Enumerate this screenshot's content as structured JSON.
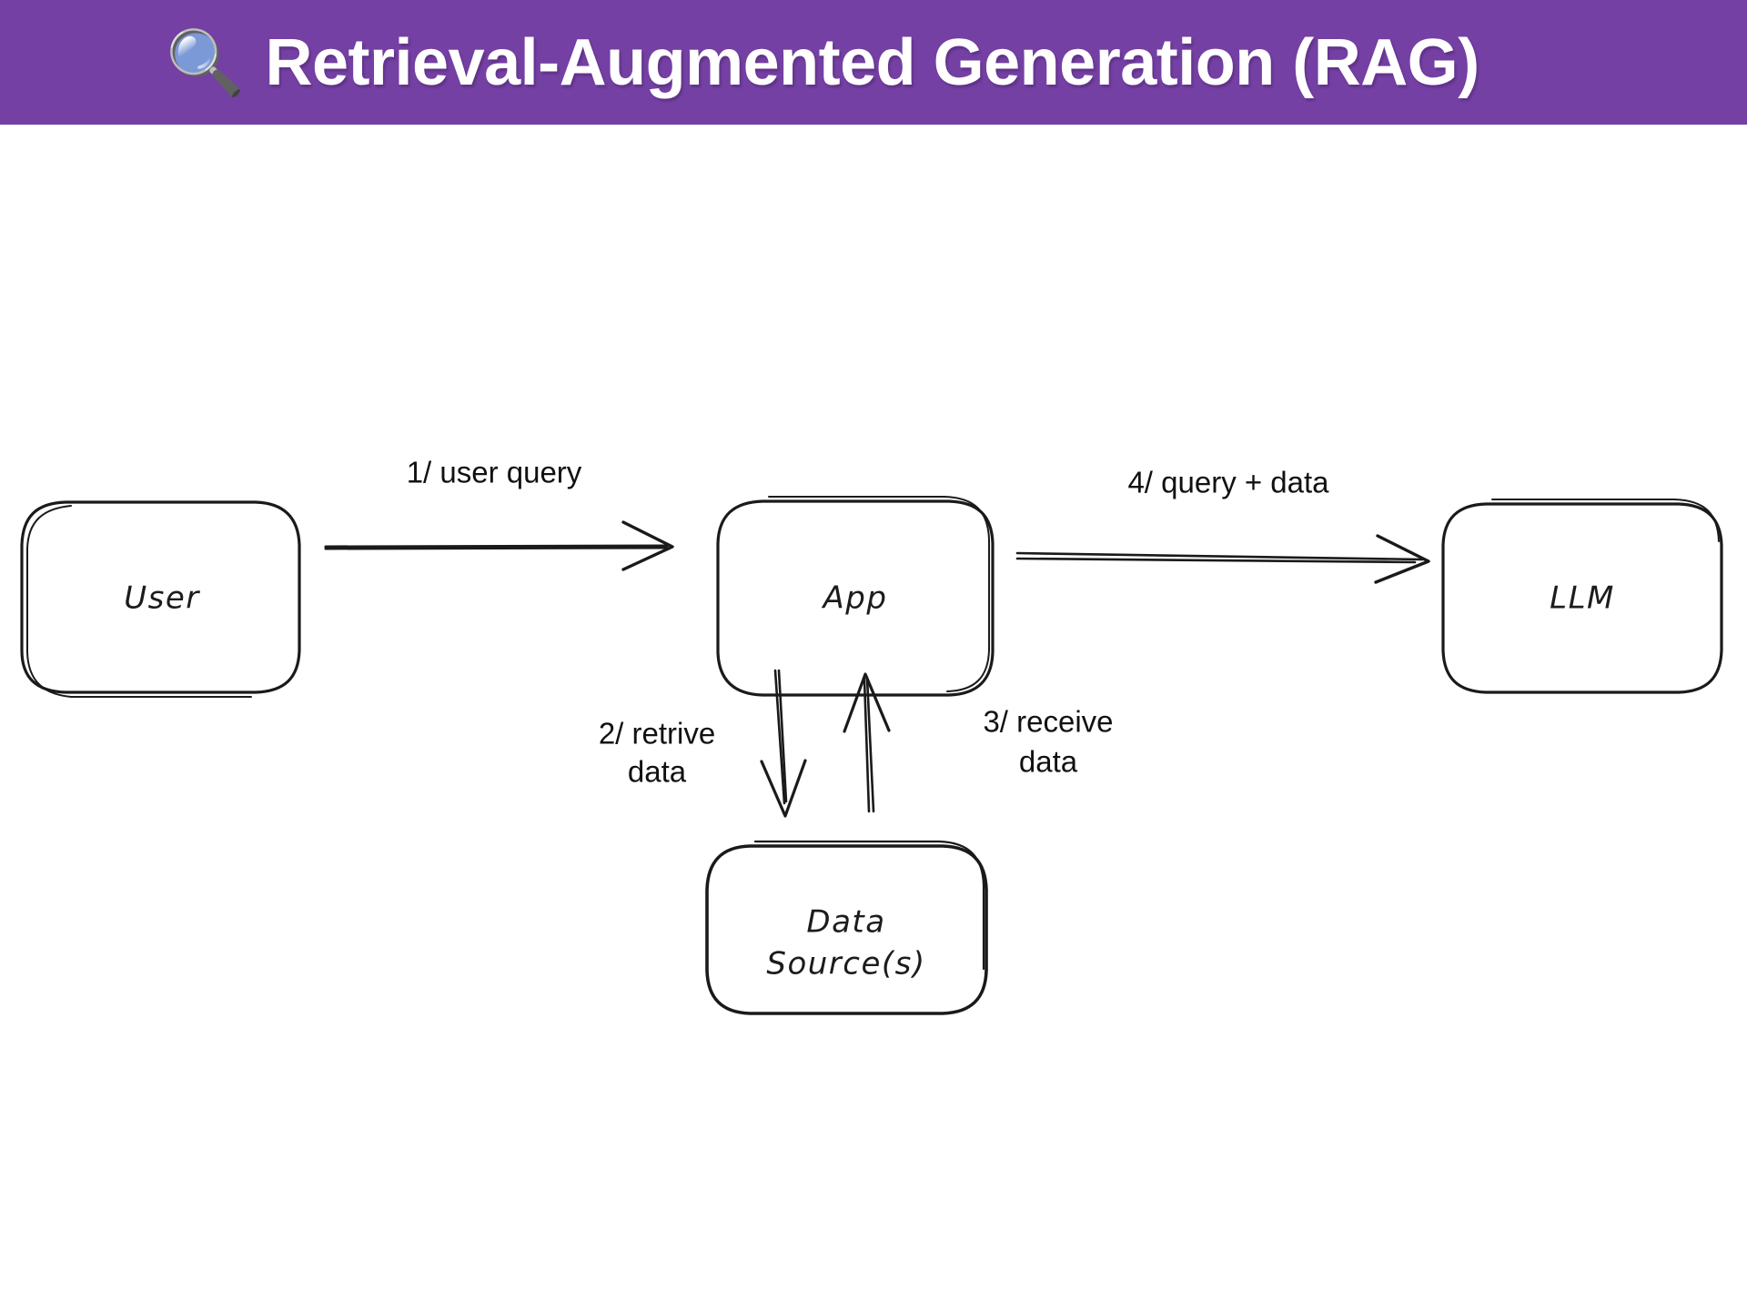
{
  "slide": {
    "background_color": "#ffffff",
    "header": {
      "background_color": "#7440a3",
      "text_color": "#ffffff",
      "icon": "magnifying-glass-emoji",
      "icon_glyph": "🔍",
      "title": "Retrieval-Augmented Generation (RAG)"
    }
  },
  "diagram": {
    "type": "flow-diagram",
    "style": "hand-drawn-sketch",
    "stroke_color": "#1a1a1a",
    "nodes": [
      {
        "id": "user",
        "label": "User",
        "shape": "rounded-rect"
      },
      {
        "id": "app",
        "label": "App",
        "shape": "rounded-rect"
      },
      {
        "id": "llm",
        "label": "LLM",
        "shape": "rounded-rect"
      },
      {
        "id": "source",
        "label_line1": "Data",
        "label_line2": "Source(s)",
        "shape": "rounded-rect"
      }
    ],
    "edges": [
      {
        "id": "e1",
        "from": "user",
        "to": "app",
        "label": "1/ user query",
        "direction": "right"
      },
      {
        "id": "e2",
        "from": "app",
        "to": "source",
        "label_line1": "2/ retrive",
        "label_line2": "data",
        "direction": "down"
      },
      {
        "id": "e3",
        "from": "source",
        "to": "app",
        "label_line1": "3/ receive",
        "label_line2": "data",
        "direction": "up"
      },
      {
        "id": "e4",
        "from": "app",
        "to": "llm",
        "label": "4/ query + data",
        "direction": "right"
      }
    ]
  }
}
